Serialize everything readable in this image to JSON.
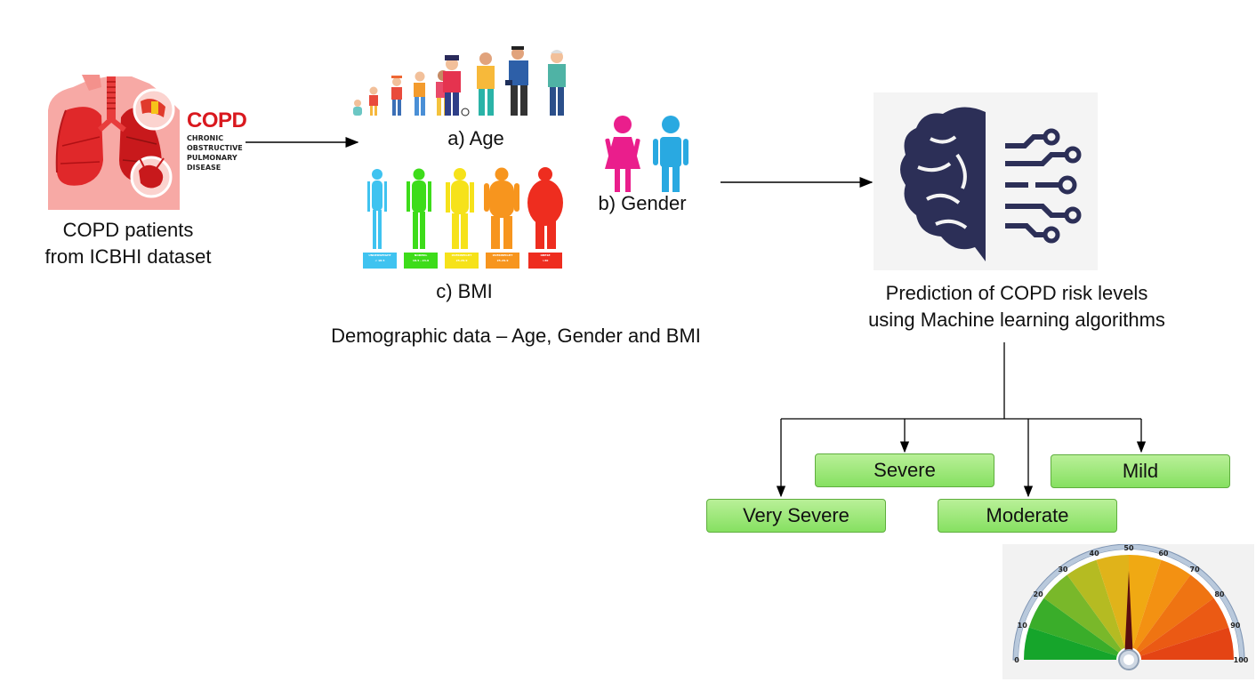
{
  "copd_panel": {
    "logo": "COPD",
    "logo_subtitle": [
      "CHRONIC",
      "OBSTRUCTIVE",
      "PULMONARY",
      "DISEASE"
    ],
    "caption_line1": "COPD patients",
    "caption_line2": "from ICBHI dataset"
  },
  "demographics": {
    "age_label": "a) Age",
    "gender_label": "b) Gender",
    "bmi_label": "c) BMI",
    "bmi_categories": [
      {
        "label": "UNDERWEIGHT",
        "range": "< 18.5",
        "color": "#3fc3f0"
      },
      {
        "label": "NORMAL",
        "range": "18.5 - 24.9",
        "color": "#3ddc1a"
      },
      {
        "label": "OVERWEIGHT",
        "range": "25-29.9",
        "color": "#f6e21a"
      },
      {
        "label": "OVERWEIGHT",
        "range": "25-29.9",
        "color": "#f7951e"
      },
      {
        "label": "OBESE",
        "range": ">30",
        "color": "#ee2d1f"
      }
    ],
    "caption": "Demographic data – Age, Gender and BMI"
  },
  "prediction": {
    "caption_line1": "Prediction of COPD risk levels",
    "caption_line2": "using Machine learning algorithms"
  },
  "risk_levels": {
    "severe": "Severe",
    "mild": "Mild",
    "very_severe": "Very Severe",
    "moderate": "Moderate"
  },
  "gauge": {
    "ticks": [
      "0",
      "10",
      "20",
      "30",
      "40",
      "50",
      "60",
      "70",
      "80",
      "90",
      "100"
    ],
    "value": 50
  },
  "colors": {
    "brain": "#2c2f57",
    "female": "#ea1e8c",
    "male": "#29a9e1",
    "level_box": "#9be87a",
    "copd_red": "#d9191f"
  }
}
